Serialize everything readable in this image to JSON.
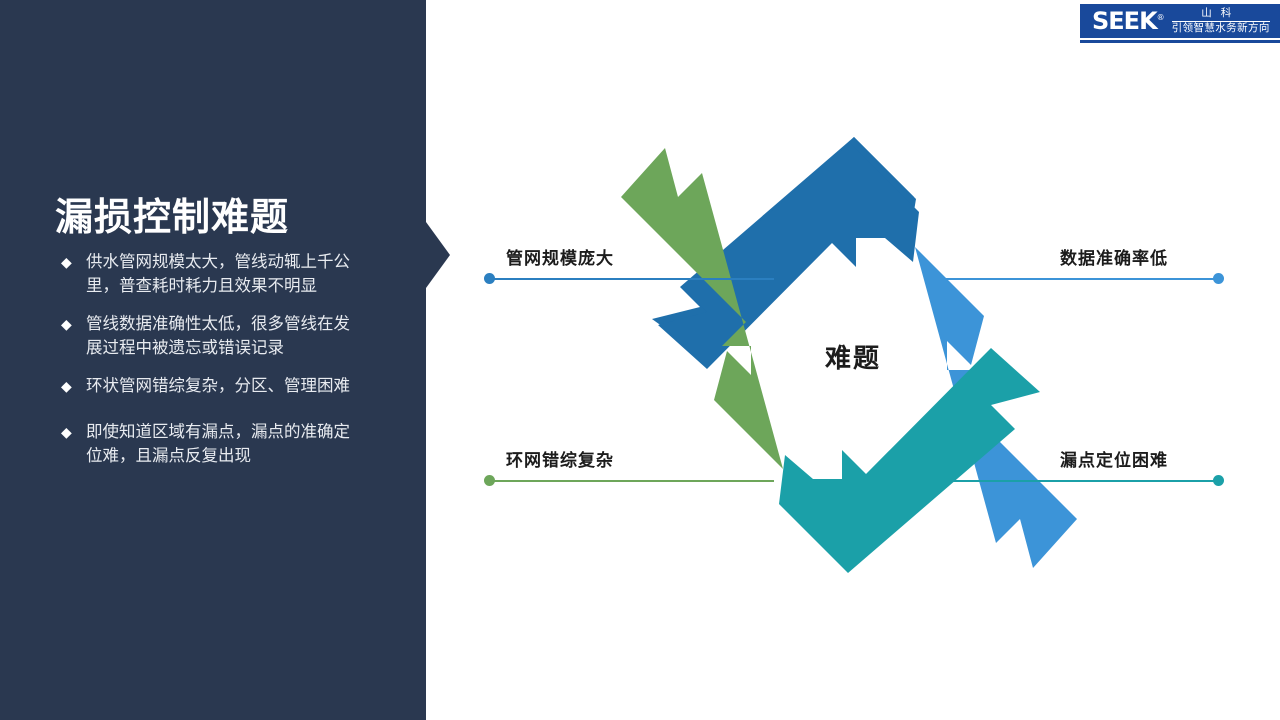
{
  "slide": {
    "background": "#ffffff",
    "panel_color": "#2a3850"
  },
  "panel": {
    "title": "漏损控制难题",
    "bullet_glyph": "◆",
    "bullets": [
      "供水管网规模太大，管线动辄上千公里，普查耗时耗力且效果不明显",
      "管线数据准确性太低，很多管线在发展过程中被遗忘或错误记录",
      "环状管网错综复杂，分区、管理困难",
      "即使知道区域有漏点，漏点的准确定位难，且漏点反复出现"
    ]
  },
  "logo": {
    "mark": "SEEK",
    "registered": "®",
    "cn_top": "山科",
    "cn_bottom": "引领智慧水务新方向",
    "box_color": "#19499b"
  },
  "diagram": {
    "center": "难题",
    "nodes": [
      {
        "label": "管网规模庞大",
        "color": "#1f6fab",
        "position": "top-left"
      },
      {
        "label": "数据准确率低",
        "color": "#3c94d8",
        "position": "top-right"
      },
      {
        "label": "环网错综复杂",
        "color": "#6da65a",
        "position": "bottom-left"
      },
      {
        "label": "漏点定位困难",
        "color": "#1ba0a8",
        "position": "bottom-right"
      }
    ]
  }
}
